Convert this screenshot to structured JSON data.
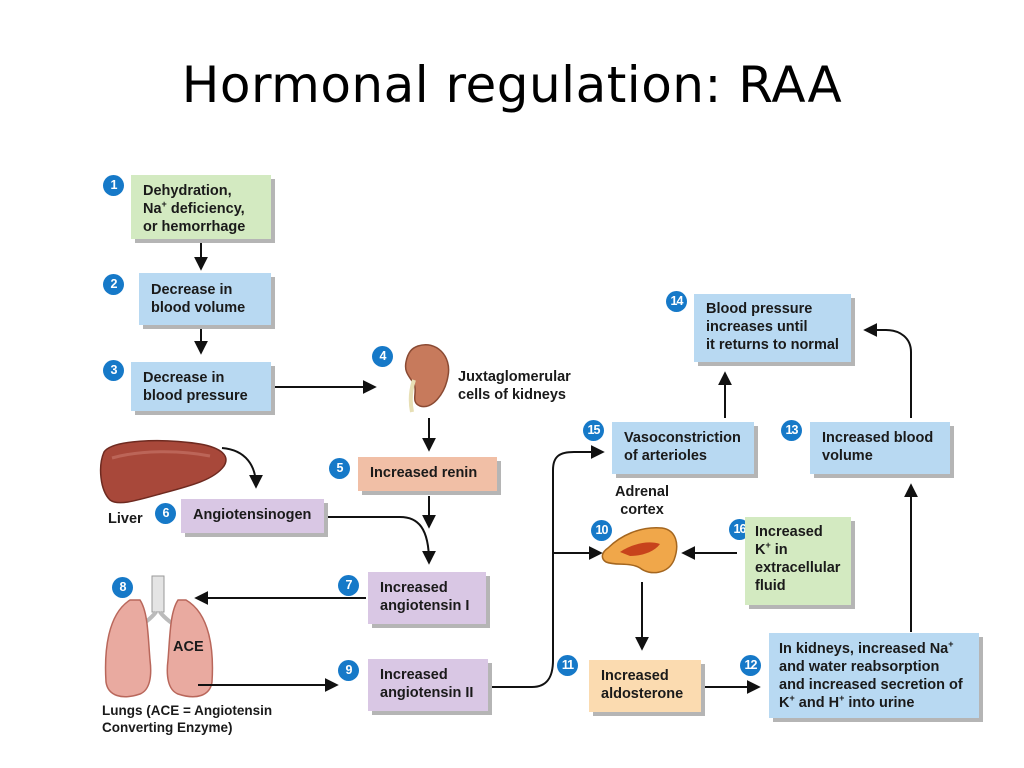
{
  "title": "Hormonal regulation: RAA",
  "steps": {
    "s1": {
      "num": "1",
      "pre": "Dehydration,\nNa",
      "sup": "+",
      "post": " deficiency,\nor hemorrhage"
    },
    "s2": {
      "num": "2",
      "text": "Decrease in\nblood volume"
    },
    "s3": {
      "num": "3",
      "text": "Decrease in\nblood pressure"
    },
    "s4": {
      "num": "4",
      "text": "Juxtaglomerular\ncells of kidneys"
    },
    "s5": {
      "num": "5",
      "text": "Increased renin"
    },
    "s6": {
      "num": "6",
      "text": "Angiotensinogen"
    },
    "s7": {
      "num": "7",
      "text": "Increased\nangiotensin I"
    },
    "s8": {
      "num": "8"
    },
    "s9": {
      "num": "9",
      "text": "Increased\nangiotensin II"
    },
    "s10": {
      "num": "10",
      "text": "Adrenal\ncortex"
    },
    "s11": {
      "num": "11",
      "text": "Increased\naldosterone"
    },
    "s12": {
      "num": "12",
      "pre": "In kidneys, increased Na",
      "sup": "+",
      "mid": "\nand water reabsorption\nand increased secretion of\nK",
      "sup2": "+",
      "mid2": " and H",
      "sup3": "+",
      "post": " into urine"
    },
    "s13": {
      "num": "13",
      "text": "Increased blood\nvolume"
    },
    "s14": {
      "num": "14",
      "text": "Blood pressure\nincreases until\nit returns to normal"
    },
    "s15": {
      "num": "15",
      "text": "Vasoconstriction\nof arterioles"
    },
    "s16": {
      "num": "16",
      "pre": "Increased\nK",
      "sup": "+",
      "post": " in\nextracellular\nfluid"
    }
  },
  "labels": {
    "liver": "Liver",
    "ace": "ACE",
    "lungs": "Lungs (ACE = Angiotensin\nConverting Enzyme)"
  },
  "colors": {
    "green_box": "#d3eac1",
    "blue_box": "#b8d9f2",
    "salmon_box": "#f1bfa6",
    "purple_box": "#d9c7e4",
    "peach_box": "#fbdbb0",
    "number_circle": "#1679c8"
  }
}
